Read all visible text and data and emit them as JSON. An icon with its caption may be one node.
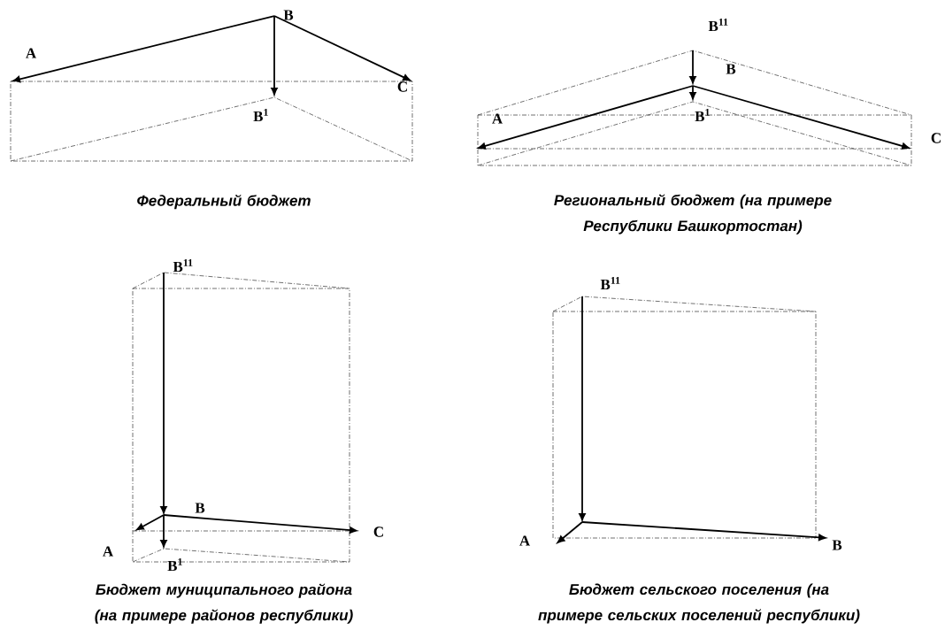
{
  "diagram": {
    "labels": [
      "B",
      "A",
      "C",
      "B$^{1}$",
      "Федеральный бюджет",
      "B$^{11}$",
      "B",
      "A",
      "B$^{1}$",
      "C",
      "Региональный бюджет (на примере Республики Башкортостан)",
      "B$^{11}$",
      "B",
      "C",
      "A",
      "B$^{1}$",
      "Бюджет муниципального района (на примере районов республики)",
      "B$^{11}$",
      "A",
      "B",
      "Бюджет сельского поселения (на примере сельских поселений республики)"
    ]
  }
}
